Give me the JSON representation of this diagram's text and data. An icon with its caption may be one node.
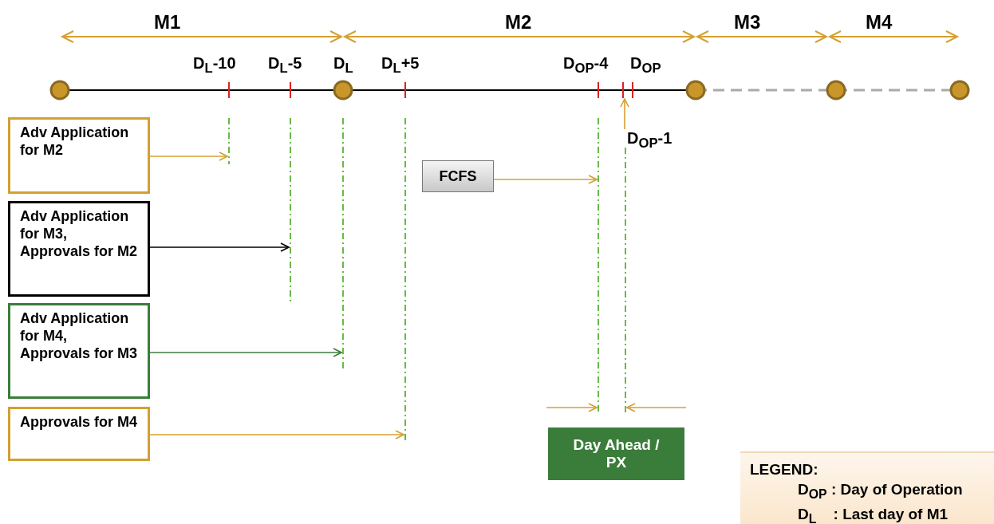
{
  "diagram": {
    "nodes": [
      {
        "text": [
          "Adv Application for M2"
        ]
      },
      {
        "text": [
          "Adv Application for M3, Approvals for M2"
        ]
      },
      {
        "text": [
          "Adv Application for M4, Approvals for M3"
        ]
      },
      {
        "text": [
          "Approvals for M4"
        ]
      },
      {
        "text": [
          "FCFS"
        ]
      },
      {
        "text": [
          "D$_{OP}$-1"
        ]
      },
      {
        "text": [
          "Day Ahead / PX"
        ]
      },
      {
        "text": [],
        "shape": "line"
      },
      {
        "text": [],
        "shape": "line"
      },
      {
        "text": [],
        "shape": "line"
      },
      {
        "text": [],
        "shape": "line"
      },
      {
        "text": [],
        "shape": "line"
      },
      {
        "text": [],
        "shape": "line"
      }
    ],
    "edges": [
      {
        "from": 0,
        "to": 7,
        "arrow": "to"
      },
      {
        "from": 1,
        "to": 8,
        "arrow": "to",
        "color": "#000000"
      },
      {
        "from": 2,
        "to": 9,
        "arrow": "to",
        "color": "#3a7d3a"
      },
      {
        "from": 3,
        "to": 10,
        "arrow": "to"
      },
      {
        "from": 4,
        "to": 11,
        "arrow": "to"
      },
      {
        "from": 5,
        "to": null,
        "arrow": "to"
      },
      {
        "from": null,
        "to": 11,
        "arrow": "to"
      },
      {
        "from": null,
        "to": 12,
        "arrow": "to"
      }
    ],
    "labels": [
      "M1",
      "M2",
      "M3",
      "M4",
      "D$_{L}$-10",
      "D$_{L}$-5",
      "D$_{L}$",
      "D$_{L}$+5",
      "D$_{OP}$-4",
      "D$_{OP}$",
      "LEGEND:"
    ],
    "legend": [
      {
        "text": "D$_{OP}$ : Day of Operation"
      },
      {
        "text": "D$_{L}$    : Last day of M1"
      }
    ]
  }
}
